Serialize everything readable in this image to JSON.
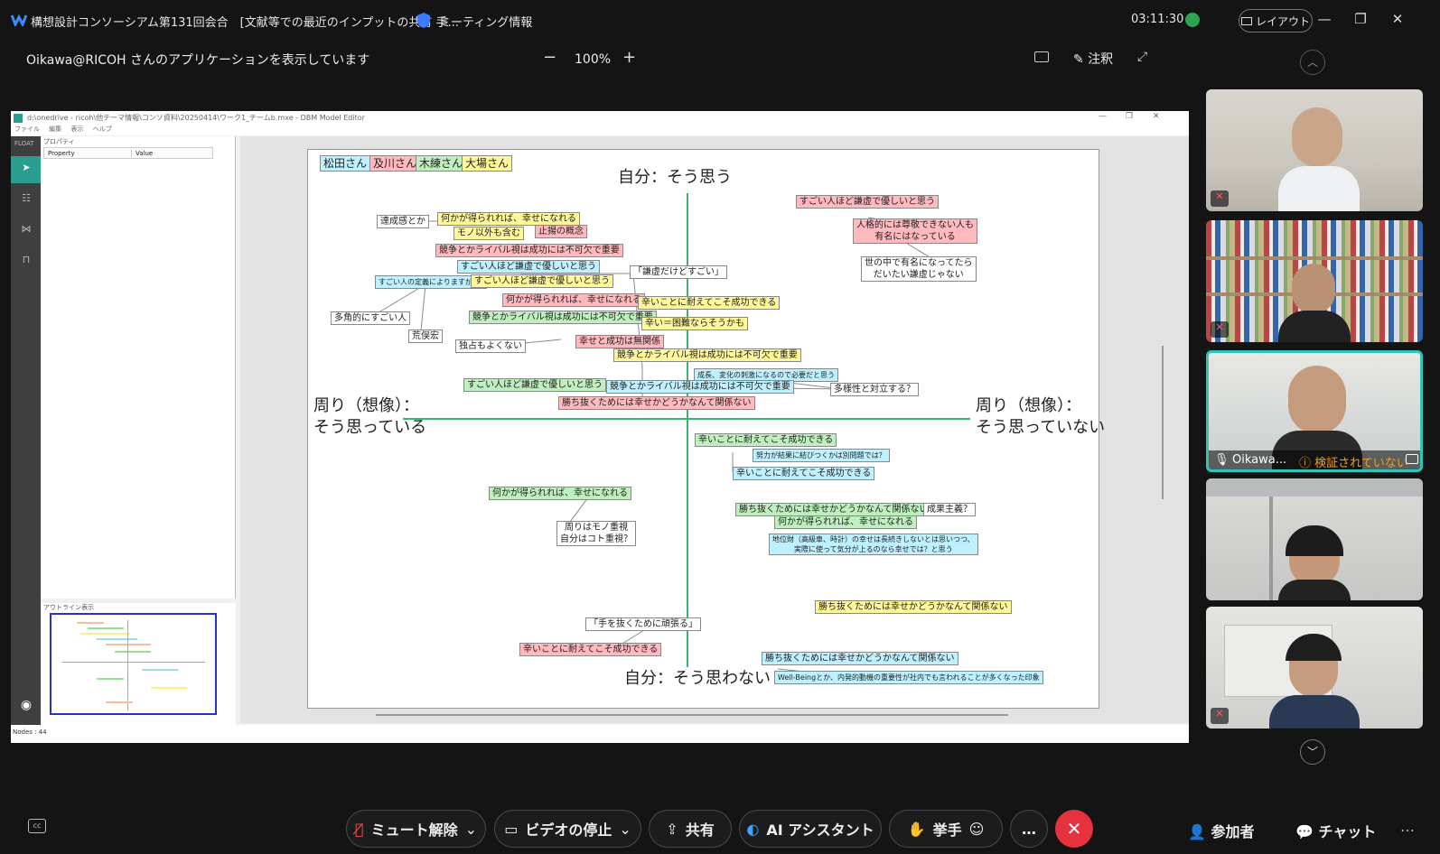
{
  "window": {
    "meeting_title": "構想設計コンソーシアム第131回会合　[文献等での最近のインプットの共有 手...",
    "meeting_info_label": "ミーティング情報",
    "timer": "03:11:30",
    "layout_label": "レイアウト"
  },
  "share_bar": {
    "viewing_text": "Oikawa@RICOH さんのアプリケーションを表示しています",
    "zoom": "100%",
    "annotate_label": "注釈"
  },
  "app": {
    "title": "d:\\onedrive - ricoh\\他テーマ情報\\コンソ資料\\20250414\\ワーク1_チームb.mxe - DBM Model Editor",
    "menu": [
      "ファイル",
      "編集",
      "表示",
      "ヘルプ"
    ],
    "sidebar_label": "FLOAT",
    "props_header": "プロパティ",
    "props_col1": "Property",
    "props_col2": "Value",
    "outline_header": "アウトライン表示",
    "status": "Nodes : 44"
  },
  "diagram": {
    "members": [
      {
        "label": "松田さん",
        "color": "#bff0ff"
      },
      {
        "label": "及川さん",
        "color": "#ffb9bf"
      },
      {
        "label": "木練さん",
        "color": "#bfefbf"
      },
      {
        "label": "大場さん",
        "color": "#fff89a"
      }
    ],
    "axis_top": "自分：そう思う",
    "axis_bottom": "自分：そう思わない",
    "axis_left_1": "周り（想像）：",
    "axis_left_2": "そう思っている",
    "axis_right_1": "周り（想像）：",
    "axis_right_2": "そう思っていない",
    "nodes": {
      "n1": "達成感とか",
      "n2": "何かが得られれば、幸せになれる",
      "n3": "モノ以外も含む",
      "n4": "止揚の概念",
      "n5": "競争とかライバル視は成功には不可欠で重要",
      "n6": "すごい人ほど謙虚で優しいと思う",
      "n7": "すごい人の定義によりますが、、",
      "n8": "すごい人ほど謙虚で優しいと思う",
      "n9": "「謙虚だけどすごい」",
      "n10": "多角的にすごい人",
      "n11": "何かが得られれば、幸せになれる",
      "n12": "辛いことに耐えてこそ成功できる",
      "n13": "競争とかライバル視は成功には不可欠で重要",
      "n14": "辛い＝困難ならそうかも",
      "n15": "荒俣宏",
      "n16": "独占もよくない",
      "n17": "幸せと成功は無関係",
      "n18": "競争とかライバル視は成功には不可欠で重要",
      "n19": "成長、変化の刺激になるので必要だと思う",
      "n20": "すごい人ほど謙虚で優しいと思う",
      "n21": "競争とかライバル視は成功には不可欠で重要",
      "n22": "多様性と対立する？",
      "n23": "勝ち抜くためには幸せかどうかなんて関係ない",
      "n24": "すごい人ほど謙虚で優しいと思う",
      "n25a": "人格的には尊敬できない人も",
      "n25b": "有名にはなっている",
      "n26a": "世の中で有名になってたら",
      "n26b": "だいたい謙虚じゃない",
      "n27": "辛いことに耐えてこそ成功できる",
      "n28": "努力が結果に結びつくかは別問題では？",
      "n29": "辛いことに耐えてこそ成功できる",
      "n30": "何かが得られれば、幸せになれる",
      "n31a": "周りはモノ重視",
      "n31b": "自分はコト重視？",
      "n32": "勝ち抜くためには幸せかどうかなんて関係ない",
      "n33": "成果主義？",
      "n34": "何かが得られれば、幸せになれる",
      "n35a": "地位財（高級車、時計）の幸せは長続きしないとは思いつつ、",
      "n35b": "実際に使って気分が上るのなら幸せでは？と思う",
      "n36": "勝ち抜くためには幸せかどうかなんて関係ない",
      "n37": "「手を抜くために頑張る」",
      "n38": "辛いことに耐えてこそ成功できる",
      "n39": "勝ち抜くためには幸せかどうかなんて関係ない",
      "n40": "Well-Beingとか、内発的動機の重要性が社内でも言われることが多くなった印象"
    }
  },
  "participants": [
    {
      "name": "",
      "muted": true
    },
    {
      "name": "",
      "muted": true
    },
    {
      "name": "Oikawa...",
      "status": "検証されていない",
      "muted": false,
      "active": true
    },
    {
      "name": "",
      "muted": false
    },
    {
      "name": "",
      "muted": true
    }
  ],
  "toolbar": {
    "unmute": "ミュート解除",
    "stop_video": "ビデオの停止",
    "share": "共有",
    "ai": "AI アシスタント",
    "raise_hand": "挙手",
    "more": "…",
    "participants": "参加者",
    "chat": "チャット"
  }
}
